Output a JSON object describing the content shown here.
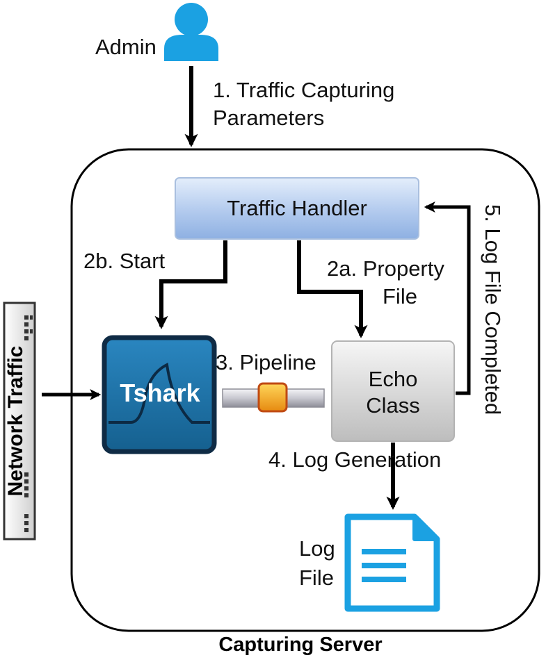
{
  "actors": {
    "admin_label": "Admin"
  },
  "server": {
    "label": "Capturing Server"
  },
  "components": {
    "traffic_handler": "Traffic Handler",
    "tshark": "Tshark",
    "echo_class_line1": "Echo",
    "echo_class_line2": "Class",
    "log_file_line1": "Log",
    "log_file_line2": "File"
  },
  "source": {
    "network_traffic": "Network Traffic"
  },
  "flows": {
    "step1_line1": "1. Traffic Capturing",
    "step1_line2": "Parameters",
    "step2b": "2b. Start",
    "step2a_line1": "2a. Property",
    "step2a_line2": "File",
    "step3": "3. Pipeline",
    "step4": "4. Log Generation",
    "step5": "5. Log File Completed"
  },
  "colors": {
    "admin_icon": "#1ba1e2",
    "handler_fill_top": "#dce8f8",
    "handler_fill_bottom": "#8fb1e3",
    "tshark_fill": "#1b6fa3",
    "tshark_border": "#0f2b45",
    "echo_fill_top": "#f4f4f4",
    "echo_fill_bottom": "#c4c4c4",
    "pipe_valve": "#f2a21a",
    "log_icon": "#1ba1e2",
    "arrow": "#000000"
  }
}
